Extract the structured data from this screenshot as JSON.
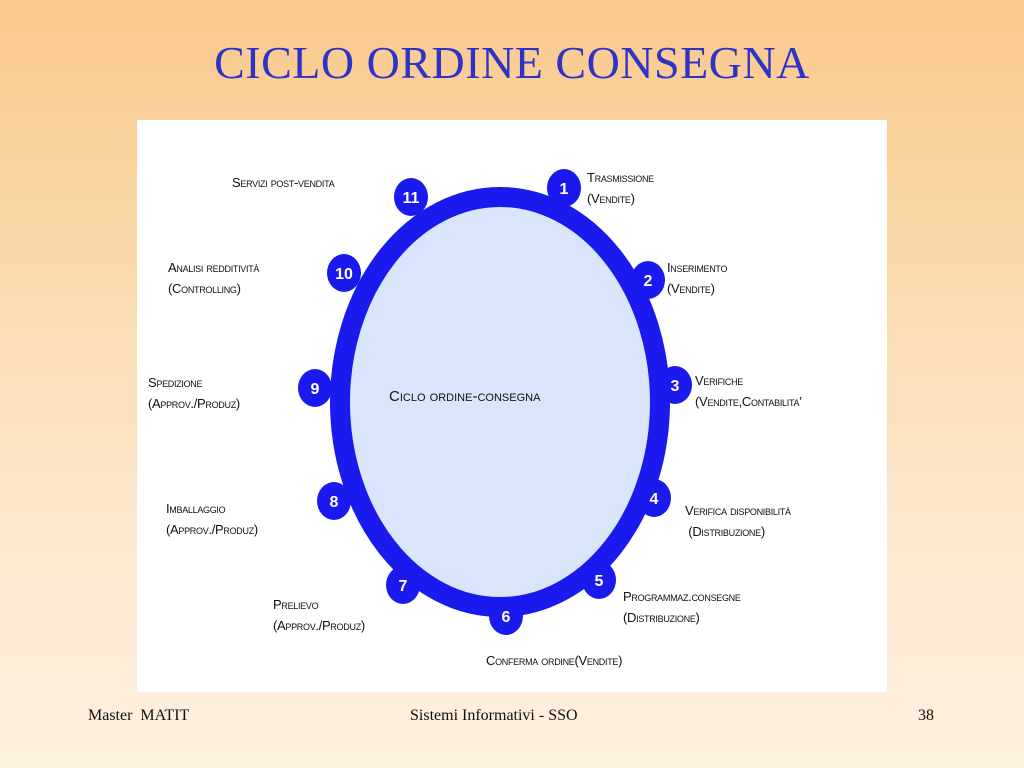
{
  "slide": {
    "title": "CICLO ORDINE CONSEGNA"
  },
  "diagram": {
    "center_label": "Ciclo ordine-consegna",
    "colors": {
      "ring": "#1a1aee",
      "ellipse_fill": "#d9e5fb",
      "node": "#1a1aee"
    },
    "steps": [
      {
        "number": "1",
        "line1": "Trasmissione",
        "line2": "(Vendite)"
      },
      {
        "number": "2",
        "line1": "Inserimento",
        "line2": "(Vendite)"
      },
      {
        "number": "3",
        "line1": "Verifiche",
        "line2": "(Vendite,Contabilita’"
      },
      {
        "number": "4",
        "line1": "Verifica disponibilità",
        "line2": " (Distribuzione)"
      },
      {
        "number": "5",
        "line1": "Programmaz.consegne",
        "line2": "(Distribuzione)"
      },
      {
        "number": "6",
        "line1": "Conferma ordine(Vendite)",
        "line2": ""
      },
      {
        "number": "7",
        "line1": "Prelievo",
        "line2": "(Approv./Produz)"
      },
      {
        "number": "8",
        "line1": "Imballaggio",
        "line2": "(Approv./Produz)"
      },
      {
        "number": "9",
        "line1": "Spedizione",
        "line2": "(Approv./Produz)"
      },
      {
        "number": "10",
        "line1": "Analisi redditività",
        "line2": "(Controlling)"
      },
      {
        "number": "11",
        "line1": "Servizi post-vendita",
        "line2": ""
      }
    ]
  },
  "footer": {
    "left": "Master  MATIT",
    "center": "Sistemi Informativi - SSO",
    "page": "38"
  }
}
